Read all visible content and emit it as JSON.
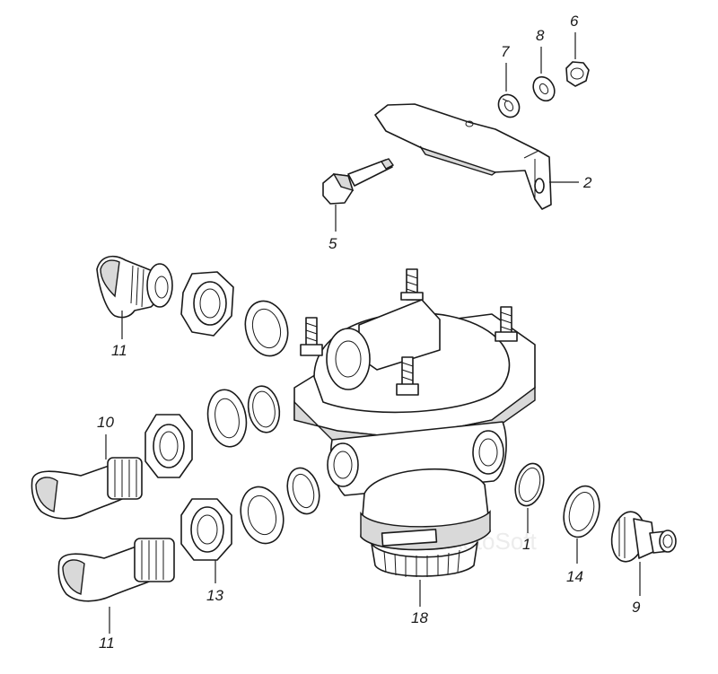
{
  "diagram": {
    "callouts": {
      "c1": "1",
      "c2": "2",
      "c5": "5",
      "c6": "6",
      "c7": "7",
      "c8": "8",
      "c9": "9",
      "c10": "10",
      "c11a": "11",
      "c11b": "11",
      "c13": "13",
      "c14": "14",
      "c18": "18"
    },
    "watermark": "AutoSoft"
  }
}
